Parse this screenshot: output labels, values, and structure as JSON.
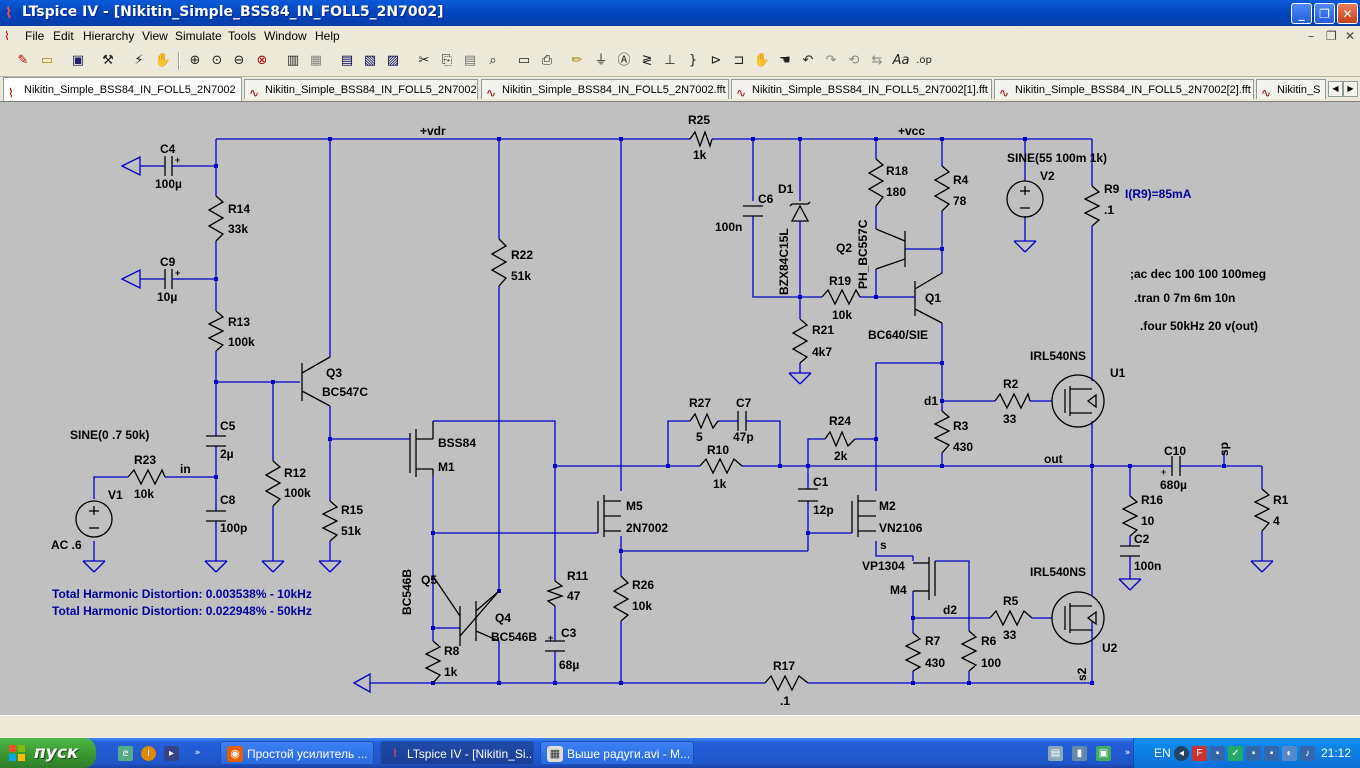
{
  "window": {
    "title": "LTspice IV - [Nikitin_Simple_BSS84_IN_FOLL5_2N7002]",
    "buttons": {
      "minimize": "_",
      "restore": "❐",
      "close": "✕"
    }
  },
  "menu": [
    "File",
    "Edit",
    "Hierarchy",
    "View",
    "Simulate",
    "Tools",
    "Window",
    "Help"
  ],
  "tabs": [
    {
      "label": "Nikitin_Simple_BSS84_IN_FOLL5_2N7002",
      "active": true
    },
    {
      "label": "Nikitin_Simple_BSS84_IN_FOLL5_2N7002",
      "active": false
    },
    {
      "label": "Nikitin_Simple_BSS84_IN_FOLL5_2N7002.fft",
      "active": false
    },
    {
      "label": "Nikitin_Simple_BSS84_IN_FOLL5_2N7002[1].fft",
      "active": false
    },
    {
      "label": "Nikitin_Simple_BSS84_IN_FOLL5_2N7002[2].fft",
      "active": false
    },
    {
      "label": "Nikitin_S",
      "active": false
    }
  ],
  "schematic": {
    "nets": {
      "vdr": "+vdr",
      "vcc": "+vcc",
      "in": "in",
      "out": "out",
      "sp": "sp",
      "d1": "d1",
      "d2": "d2",
      "s": "s",
      "s2": "s2"
    },
    "components": {
      "C4": {
        "ref": "C4",
        "val": "100µ"
      },
      "C9": {
        "ref": "C9",
        "val": "10µ"
      },
      "R14": {
        "ref": "R14",
        "val": "33k"
      },
      "R13": {
        "ref": "R13",
        "val": "100k"
      },
      "C5": {
        "ref": "C5",
        "val": "2µ"
      },
      "C8": {
        "ref": "C8",
        "val": "100p"
      },
      "R12": {
        "ref": "R12",
        "val": "100k"
      },
      "Q3": {
        "ref": "Q3",
        "val": "BC547C"
      },
      "R15": {
        "ref": "R15",
        "val": "51k"
      },
      "R22": {
        "ref": "R22",
        "val": "51k"
      },
      "M1": {
        "ref": "M1",
        "val": "BSS84"
      },
      "R23": {
        "ref": "R23",
        "val": "10k"
      },
      "V1": {
        "ref": "V1",
        "val": "AC .6",
        "fn": "SINE(0 .7 50k)"
      },
      "R25": {
        "ref": "R25",
        "val": "1k"
      },
      "C6": {
        "ref": "C6",
        "val": "100n"
      },
      "D1": {
        "ref": "D1",
        "val": "BZX84C15L"
      },
      "R18": {
        "ref": "R18",
        "val": "180"
      },
      "R4": {
        "ref": "R4",
        "val": "78"
      },
      "Q2": {
        "ref": "Q2",
        "val": "PH_BC557C"
      },
      "R19": {
        "ref": "R19",
        "val": "10k"
      },
      "Q1": {
        "ref": "Q1",
        "val": "BC640/SIE"
      },
      "R21": {
        "ref": "R21",
        "val": "4k7"
      },
      "V2": {
        "ref": "V2",
        "fn": "SINE(55 100m 1k)"
      },
      "R9": {
        "ref": "R9",
        "val": ".1"
      },
      "U1": {
        "ref": "U1",
        "val": "IRL540NS"
      },
      "R2": {
        "ref": "R2",
        "val": "33"
      },
      "R3": {
        "ref": "R3",
        "val": "430"
      },
      "R27": {
        "ref": "R27",
        "val": "5"
      },
      "C7": {
        "ref": "C7",
        "val": "47p"
      },
      "R10": {
        "ref": "R10",
        "val": "1k"
      },
      "R24": {
        "ref": "R24",
        "val": "2k"
      },
      "C1": {
        "ref": "C1",
        "val": "12p"
      },
      "M2": {
        "ref": "M2",
        "val": "VN2106"
      },
      "M5": {
        "ref": "M5",
        "val": "2N7002"
      },
      "M4": {
        "ref": "M4",
        "val": "VP1304"
      },
      "Q5": {
        "ref": "Q5",
        "val": "BC546B"
      },
      "Q4": {
        "ref": "Q4",
        "val": "BC546B"
      },
      "R8": {
        "ref": "R8",
        "val": "1k"
      },
      "R11": {
        "ref": "R11",
        "val": "47"
      },
      "C3": {
        "ref": "C3",
        "val": "68µ"
      },
      "R26": {
        "ref": "R26",
        "val": "10k"
      },
      "R17": {
        "ref": "R17",
        "val": ".1"
      },
      "R7": {
        "ref": "R7",
        "val": "430"
      },
      "R6": {
        "ref": "R6",
        "val": "100"
      },
      "R5": {
        "ref": "R5",
        "val": "33"
      },
      "U2": {
        "ref": "U2",
        "val": "IRL540NS"
      },
      "C10": {
        "ref": "C10",
        "val": "680µ"
      },
      "R16": {
        "ref": "R16",
        "val": "10"
      },
      "C2": {
        "ref": "C2",
        "val": "100n"
      },
      "R1": {
        "ref": "R1",
        "val": "4"
      }
    },
    "directives": [
      ";ac dec 100 100 100meg",
      ".tran 0 7m 6m 10n",
      ".four 50kHz 20 v(out)"
    ],
    "probe": "I(R9)=85mA",
    "thd": [
      "Total Harmonic Distortion: 0.003538% - 10kHz",
      "Total Harmonic Distortion: 0.022948% - 50kHz"
    ],
    "colors": {
      "wire": "#0000c8",
      "background": "#c0c0c0",
      "info_text": "#0000a0"
    }
  },
  "taskbar": {
    "start": "пуск",
    "tasks": [
      {
        "label": "Простой усилитель ...",
        "active": false
      },
      {
        "label": "LTspice IV - [Nikitin_Si...",
        "active": true
      },
      {
        "label": "Выше радуги.avi - M...",
        "active": false
      }
    ],
    "lang": "EN",
    "clock": "21:12"
  }
}
